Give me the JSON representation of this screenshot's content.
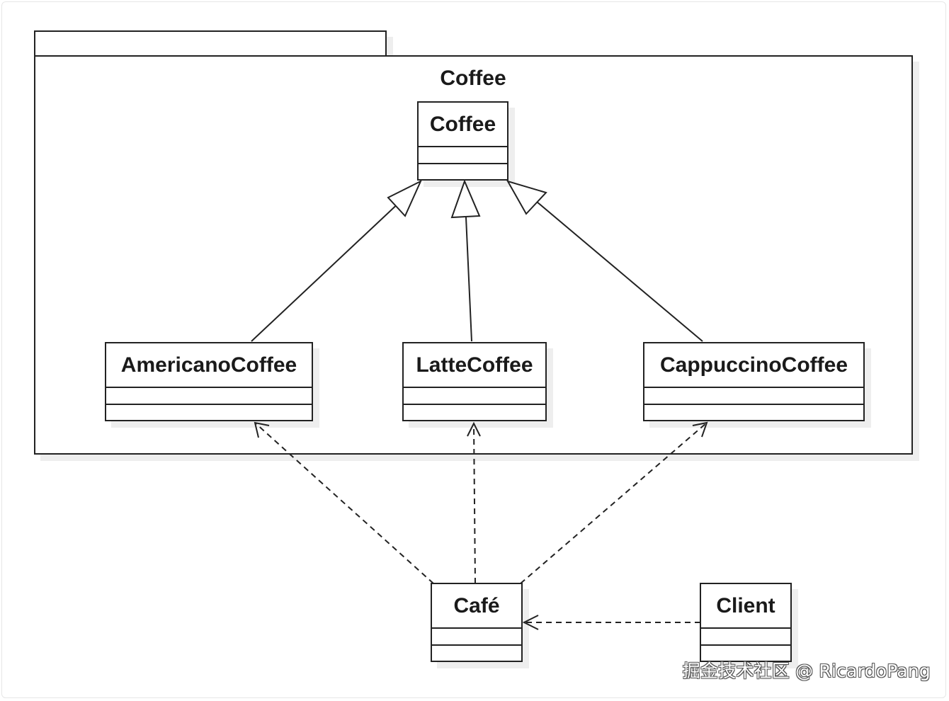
{
  "package": {
    "name": "Coffee"
  },
  "classes": {
    "coffee": {
      "name": "Coffee"
    },
    "americano": {
      "name": "AmericanoCoffee"
    },
    "latte": {
      "name": "LatteCoffee"
    },
    "cappuccino": {
      "name": "CappuccinoCoffee"
    },
    "cafe": {
      "name": "Café"
    },
    "client": {
      "name": "Client"
    }
  },
  "relations": [
    {
      "type": "generalization",
      "from": "AmericanoCoffee",
      "to": "Coffee"
    },
    {
      "type": "generalization",
      "from": "LatteCoffee",
      "to": "Coffee"
    },
    {
      "type": "generalization",
      "from": "CappuccinoCoffee",
      "to": "Coffee"
    },
    {
      "type": "dependency",
      "from": "Café",
      "to": "AmericanoCoffee"
    },
    {
      "type": "dependency",
      "from": "Café",
      "to": "LatteCoffee"
    },
    {
      "type": "dependency",
      "from": "Café",
      "to": "CappuccinoCoffee"
    },
    {
      "type": "dependency",
      "from": "Client",
      "to": "Café"
    }
  ],
  "watermark": "掘金技术社区 @ RicardoPang"
}
